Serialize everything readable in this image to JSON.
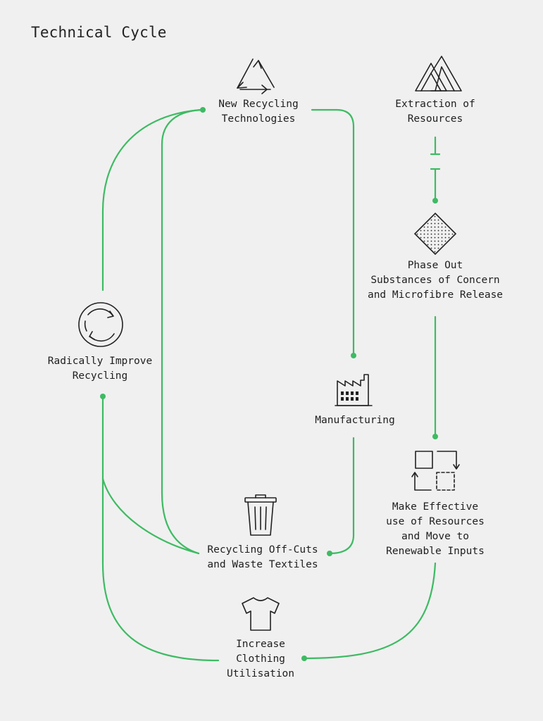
{
  "title": "Technical Cycle",
  "nodes": {
    "new_recycling": "New Recycling\nTechnologies",
    "extraction": "Extraction of\nResources",
    "phase_out": "Phase Out\nSubstances of Concern\nand Microfibre Release",
    "radically_improve": "Radically Improve\nRecycling",
    "manufacturing": "Manufacturing",
    "make_effective": "Make Effective\nuse of Resources\nand Move to\nRenewable Inputs",
    "offcuts": "Recycling Off-Cuts\nand Waste Textiles",
    "increase_utilisation": "Increase\nClothing\nUtilisation"
  },
  "icons": {
    "new_recycling": "recycle-triangle-icon",
    "extraction": "mountain-icon",
    "phase_out": "hatched-diamond-icon",
    "radically_improve": "circular-arrows-icon",
    "manufacturing": "factory-icon",
    "make_effective": "square-transfer-icon",
    "offcuts": "trash-bin-icon",
    "increase_utilisation": "t-shirt-icon"
  },
  "colors": {
    "flow": "#3dbb63",
    "background": "#f0f0f0",
    "ink": "#222222"
  }
}
